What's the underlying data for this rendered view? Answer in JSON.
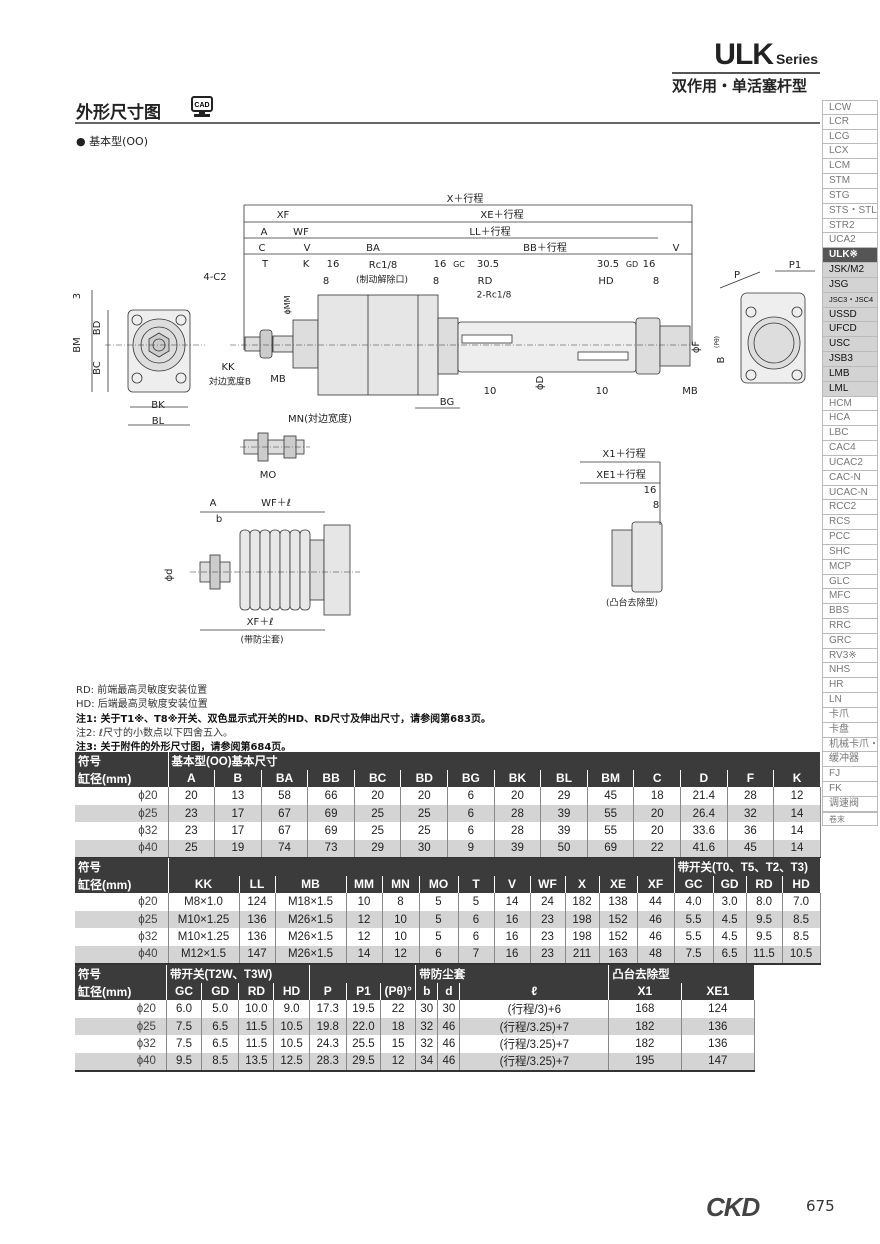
{
  "header": {
    "series": "ULK",
    "series_suffix": "Series",
    "subtitle": "双作用・单活塞杆型"
  },
  "section": {
    "title": "外形尺寸图",
    "cad_badge": "CAD",
    "variant": "● 基本型(OO)"
  },
  "drawing_labels": {
    "x_stroke": "X＋行程",
    "xf": "XF",
    "xe_stroke": "XE＋行程",
    "a": "A",
    "wf": "WF",
    "ll_stroke": "LL＋行程",
    "c": "C",
    "v": "V",
    "ba": "BA",
    "bb_stroke": "BB＋行程",
    "v2": "V",
    "t": "T",
    "k": "K",
    "n16a": "16",
    "rc": "Rc1/8",
    "n16b": "16",
    "gc": "GC",
    "n305a": "30.5",
    "n305b": "30.5",
    "gd": "GD",
    "n16c": "16",
    "n8a": "8",
    "brake": "(制动解除口)",
    "n8b": "8",
    "rd": "RD",
    "hd": "HD",
    "n8c": "8",
    "rc2": "2-Rc1/8",
    "c2": "4-C2",
    "n3": "3",
    "bd": "BD",
    "bm": "BM",
    "bc": "BC",
    "mm": "ϕMM",
    "kk": "KK",
    "across_b": "対边宽度B",
    "mb": "MB",
    "bg": "BG",
    "n10a": "10",
    "n10b": "10",
    "d": "ϕD",
    "f": "ϕF",
    "mb2": "MB",
    "bk": "BK",
    "bl": "BL",
    "p": "P",
    "p1": "P1",
    "ptheta": "(Pθ)",
    "b": "B",
    "mn": "MN(対边宽度)",
    "mo": "MO",
    "a2": "A",
    "b2": "b",
    "wf_l": "WF＋ℓ",
    "dd": "ϕd",
    "xf_l": "XF＋ℓ",
    "boot": "(带防尘套)",
    "x1": "X1＋行程",
    "xe1": "XE1＋行程",
    "n16d": "16",
    "n8d": "8",
    "boss": "(凸台去除型)"
  },
  "notes": [
    "RD: 前端最高灵敏度安装位置",
    "HD: 后端最高灵敏度安装位置",
    "注1: 关于T1※、T8※开关、双色显示式开关的HD、RD尺寸及伸出尺寸，请参阅第683页。",
    "注2: ℓ尺寸的小数点以下四舍五入。",
    "注3: 关于附件的外形尺寸图，请参阅第684页。"
  ],
  "tables": [
    {
      "symbol": "符号",
      "bore": "缸径(mm)",
      "groups": [
        {
          "label": "基本型(OO)基本尺寸",
          "span": 14
        }
      ],
      "columns": [
        "A",
        "B",
        "BA",
        "BB",
        "BC",
        "BD",
        "BG",
        "BK",
        "BL",
        "BM",
        "C",
        "D",
        "F",
        "K"
      ],
      "rows": [
        [
          "ϕ20",
          "20",
          "13",
          "58",
          "66",
          "20",
          "20",
          "6",
          "20",
          "29",
          "45",
          "18",
          "21.4",
          "28",
          "12"
        ],
        [
          "ϕ25",
          "23",
          "17",
          "67",
          "69",
          "25",
          "25",
          "6",
          "28",
          "39",
          "55",
          "20",
          "26.4",
          "32",
          "14"
        ],
        [
          "ϕ32",
          "23",
          "17",
          "67",
          "69",
          "25",
          "25",
          "6",
          "28",
          "39",
          "55",
          "20",
          "33.6",
          "36",
          "14"
        ],
        [
          "ϕ40",
          "25",
          "19",
          "74",
          "73",
          "29",
          "30",
          "9",
          "39",
          "50",
          "69",
          "22",
          "41.6",
          "45",
          "14"
        ]
      ]
    },
    {
      "symbol": "符号",
      "bore": "缸径(mm)",
      "groups": [
        {
          "label": "",
          "span": 12
        },
        {
          "label": "带开关(T0、T5、T2、T3)",
          "span": 4
        }
      ],
      "columns": [
        "KK",
        "LL",
        "MB",
        "MM",
        "MN",
        "MO",
        "T",
        "V",
        "WF",
        "X",
        "XE",
        "XF",
        "GC",
        "GD",
        "RD",
        "HD"
      ],
      "rows": [
        [
          "ϕ20",
          "M8×1.0",
          "124",
          "M18×1.5",
          "10",
          "8",
          "5",
          "5",
          "14",
          "24",
          "182",
          "138",
          "44",
          "4.0",
          "3.0",
          "8.0",
          "7.0"
        ],
        [
          "ϕ25",
          "M10×1.25",
          "136",
          "M26×1.5",
          "12",
          "10",
          "5",
          "6",
          "16",
          "23",
          "198",
          "152",
          "46",
          "5.5",
          "4.5",
          "9.5",
          "8.5"
        ],
        [
          "ϕ32",
          "M10×1.25",
          "136",
          "M26×1.5",
          "12",
          "10",
          "5",
          "6",
          "16",
          "23",
          "198",
          "152",
          "46",
          "5.5",
          "4.5",
          "9.5",
          "8.5"
        ],
        [
          "ϕ40",
          "M12×1.5",
          "147",
          "M26×1.5",
          "14",
          "12",
          "6",
          "7",
          "16",
          "23",
          "211",
          "163",
          "48",
          "7.5",
          "6.5",
          "11.5",
          "10.5"
        ]
      ]
    },
    {
      "symbol": "符号",
      "bore": "缸径(mm)",
      "groups": [
        {
          "label": "带开关(T2W、T3W)",
          "span": 4
        },
        {
          "label": "",
          "span": 3
        },
        {
          "label": "带防尘套",
          "span": 3
        },
        {
          "label": "凸台去除型",
          "span": 2
        }
      ],
      "columns": [
        "GC",
        "GD",
        "RD",
        "HD",
        "P",
        "P1",
        "(Pθ)°",
        "b",
        "d",
        "ℓ",
        "X1",
        "XE1"
      ],
      "rows": [
        [
          "ϕ20",
          "6.0",
          "5.0",
          "10.0",
          "9.0",
          "17.3",
          "19.5",
          "22",
          "30",
          "30",
          "(行程/3)+6",
          "168",
          "124"
        ],
        [
          "ϕ25",
          "7.5",
          "6.5",
          "11.5",
          "10.5",
          "19.8",
          "22.0",
          "18",
          "32",
          "46",
          "(行程/3.25)+7",
          "182",
          "136"
        ],
        [
          "ϕ32",
          "7.5",
          "6.5",
          "11.5",
          "10.5",
          "24.3",
          "25.5",
          "15",
          "32",
          "46",
          "(行程/3.25)+7",
          "182",
          "136"
        ],
        [
          "ϕ40",
          "9.5",
          "8.5",
          "13.5",
          "12.5",
          "28.3",
          "29.5",
          "12",
          "34",
          "46",
          "(行程/3.25)+7",
          "195",
          "147"
        ]
      ]
    }
  ],
  "sidebar": {
    "items": [
      "LCW",
      "LCR",
      "LCG",
      "LCX",
      "LCM",
      "STM",
      "STG",
      "STS・STL",
      "STR2",
      "UCA2",
      "ULK※",
      "JSK/M2",
      "JSG",
      "JSC3・JSC4",
      "USSD",
      "UFCD",
      "USC",
      "JSB3",
      "LMB",
      "LML",
      "HCM",
      "HCA",
      "LBC",
      "CAC4",
      "UCAC2",
      "CAC-N",
      "UCAC-N",
      "RCC2",
      "RCS",
      "PCC",
      "SHC",
      "MCP",
      "GLC",
      "MFC",
      "BBS",
      "RRC",
      "GRC",
      "RV3※",
      "NHS",
      "HR",
      "LN",
      "卡爪",
      "卡盘",
      "机械卡爪・卡盘",
      "缓冲器",
      "FJ",
      "FK",
      "调速阀"
    ],
    "active": "ULK※",
    "end": "卷末"
  },
  "footer": {
    "brand": "CKD",
    "page": "675"
  }
}
